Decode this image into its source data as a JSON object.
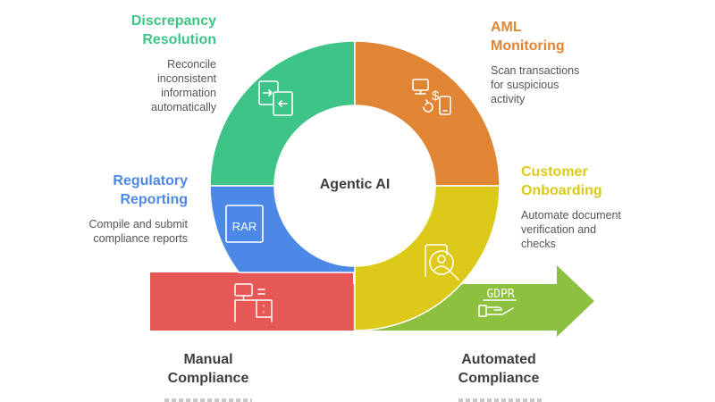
{
  "center": {
    "label": "Agentic AI"
  },
  "colors": {
    "discrepancy": "#3EC486",
    "aml": "#E08534",
    "onboarding": "#DDC91A",
    "reporting": "#4C89E6",
    "manual": "#E55856",
    "automated": "#8DC040",
    "text_dark": "#404040",
    "text_desc": "#555555"
  },
  "segments": [
    {
      "id": "discrepancy",
      "title_line1": "Discrepancy",
      "title_line2": "Resolution",
      "desc_lines": [
        "Reconcile",
        "inconsistent",
        "information",
        "automatically"
      ],
      "icon": "document-swap-icon"
    },
    {
      "id": "aml",
      "title_line1": "AML",
      "title_line2": "Monitoring",
      "desc_lines": [
        "Scan transactions",
        "for suspicious",
        "activity"
      ],
      "icon": "monitor-dollar-phone-icon"
    },
    {
      "id": "onboarding",
      "title_line1": "Customer",
      "title_line2": "Onboarding",
      "desc_lines": [
        "Automate document",
        "verification and",
        "checks"
      ],
      "icon": "user-search-document-icon"
    },
    {
      "id": "reporting",
      "title_line1": "Regulatory",
      "title_line2": "Reporting",
      "desc_lines": [
        "Compile and submit",
        "compliance reports"
      ],
      "icon": "rar-file-icon"
    }
  ],
  "bottom": {
    "manual": {
      "title_line1": "Manual",
      "title_line2": "Compliance",
      "icon": "desk-computer-icon"
    },
    "automated": {
      "title_line1": "Automated",
      "title_line2": "Compliance",
      "icon": "gdpr-hand-icon",
      "icon_text": "GDPR"
    }
  }
}
